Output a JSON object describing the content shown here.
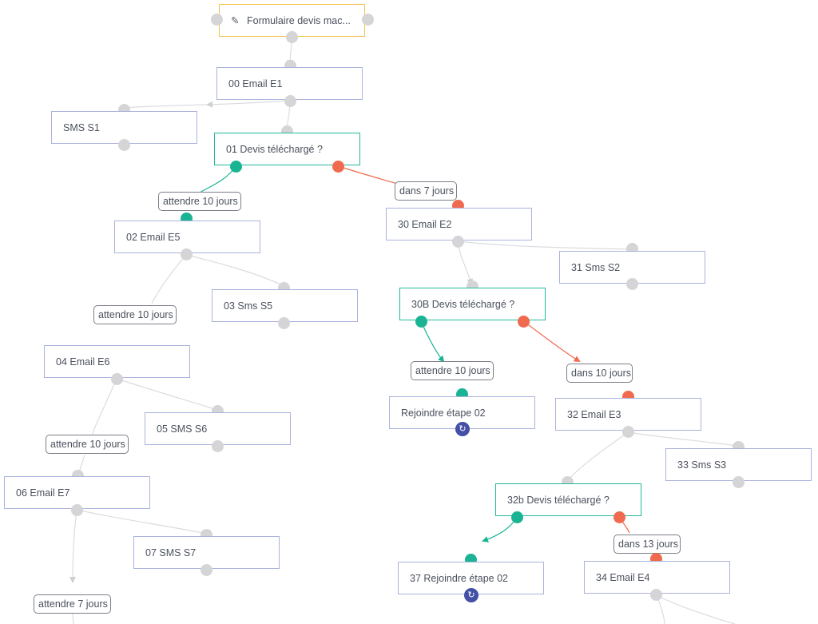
{
  "trigger": {
    "icon": "edit-icon",
    "title": "Formulaire devis mac..."
  },
  "nodes": {
    "n00": "00 Email E1",
    "s1": "SMS S1",
    "n01": "01 Devis téléchargé ?",
    "n02": "02 Email E5",
    "n03": "03 Sms S5",
    "n04": "04 Email E6",
    "n05": "05 SMS S6",
    "n06": "06 Email E7",
    "n07": "07 SMS S7",
    "n30": "30 Email E2",
    "n31": "31 Sms S2",
    "n30b": "30B Devis téléchargé ?",
    "rej02": "Rejoindre étape 02",
    "n32": "32 Email E3",
    "n33": "33 Sms S3",
    "n32b": "32b Devis téléchargé ?",
    "n37": "37 Rejoindre étape 02",
    "n34": "34 Email E4"
  },
  "labels": {
    "l1": "attendre 10 jours",
    "l2": "dans 7 jours",
    "l3": "attendre 10 jours",
    "l4": "attendre 10 jours",
    "l5": "attendre 10 jours",
    "l6": "dans 10 jours",
    "l7": "attendre 7 jours",
    "l8": "dans 13 jours"
  },
  "colors": {
    "yes": "#1ab394",
    "no": "#f06a4f",
    "neutral": "#d5d5d8",
    "condition_border": "#21b89a",
    "trigger_border": "#f2c24a",
    "rejoin": "#4350a6"
  },
  "icons": {
    "rejoin": "refresh-icon"
  }
}
